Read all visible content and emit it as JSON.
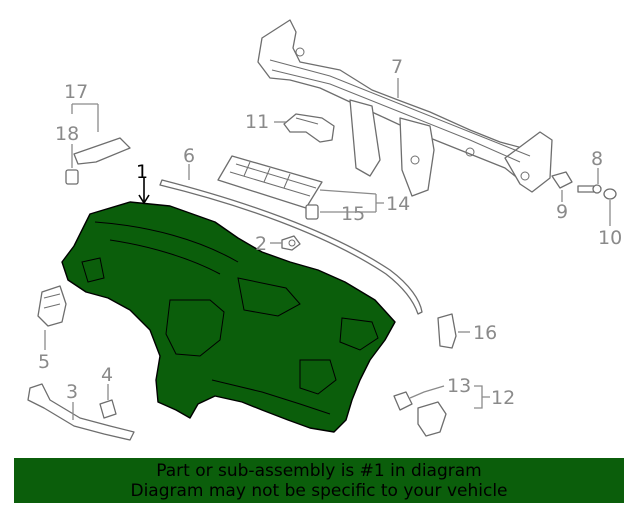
{
  "callouts": {
    "c1": "1",
    "c2": "2",
    "c3": "3",
    "c4": "4",
    "c5": "5",
    "c6": "6",
    "c7": "7",
    "c8": "8",
    "c9": "9",
    "c10": "10",
    "c11": "11",
    "c12": "12",
    "c13": "13",
    "c14": "14",
    "c15": "15",
    "c16": "16",
    "c17": "17",
    "c18": "18"
  },
  "highlight": {
    "part_number": "1",
    "color": "#0b5e0b"
  },
  "banner": {
    "line1": "Part or sub-assembly is #1 in diagram",
    "line2": "Diagram may not be specific to your vehicle",
    "background": "#0b5e0b"
  }
}
